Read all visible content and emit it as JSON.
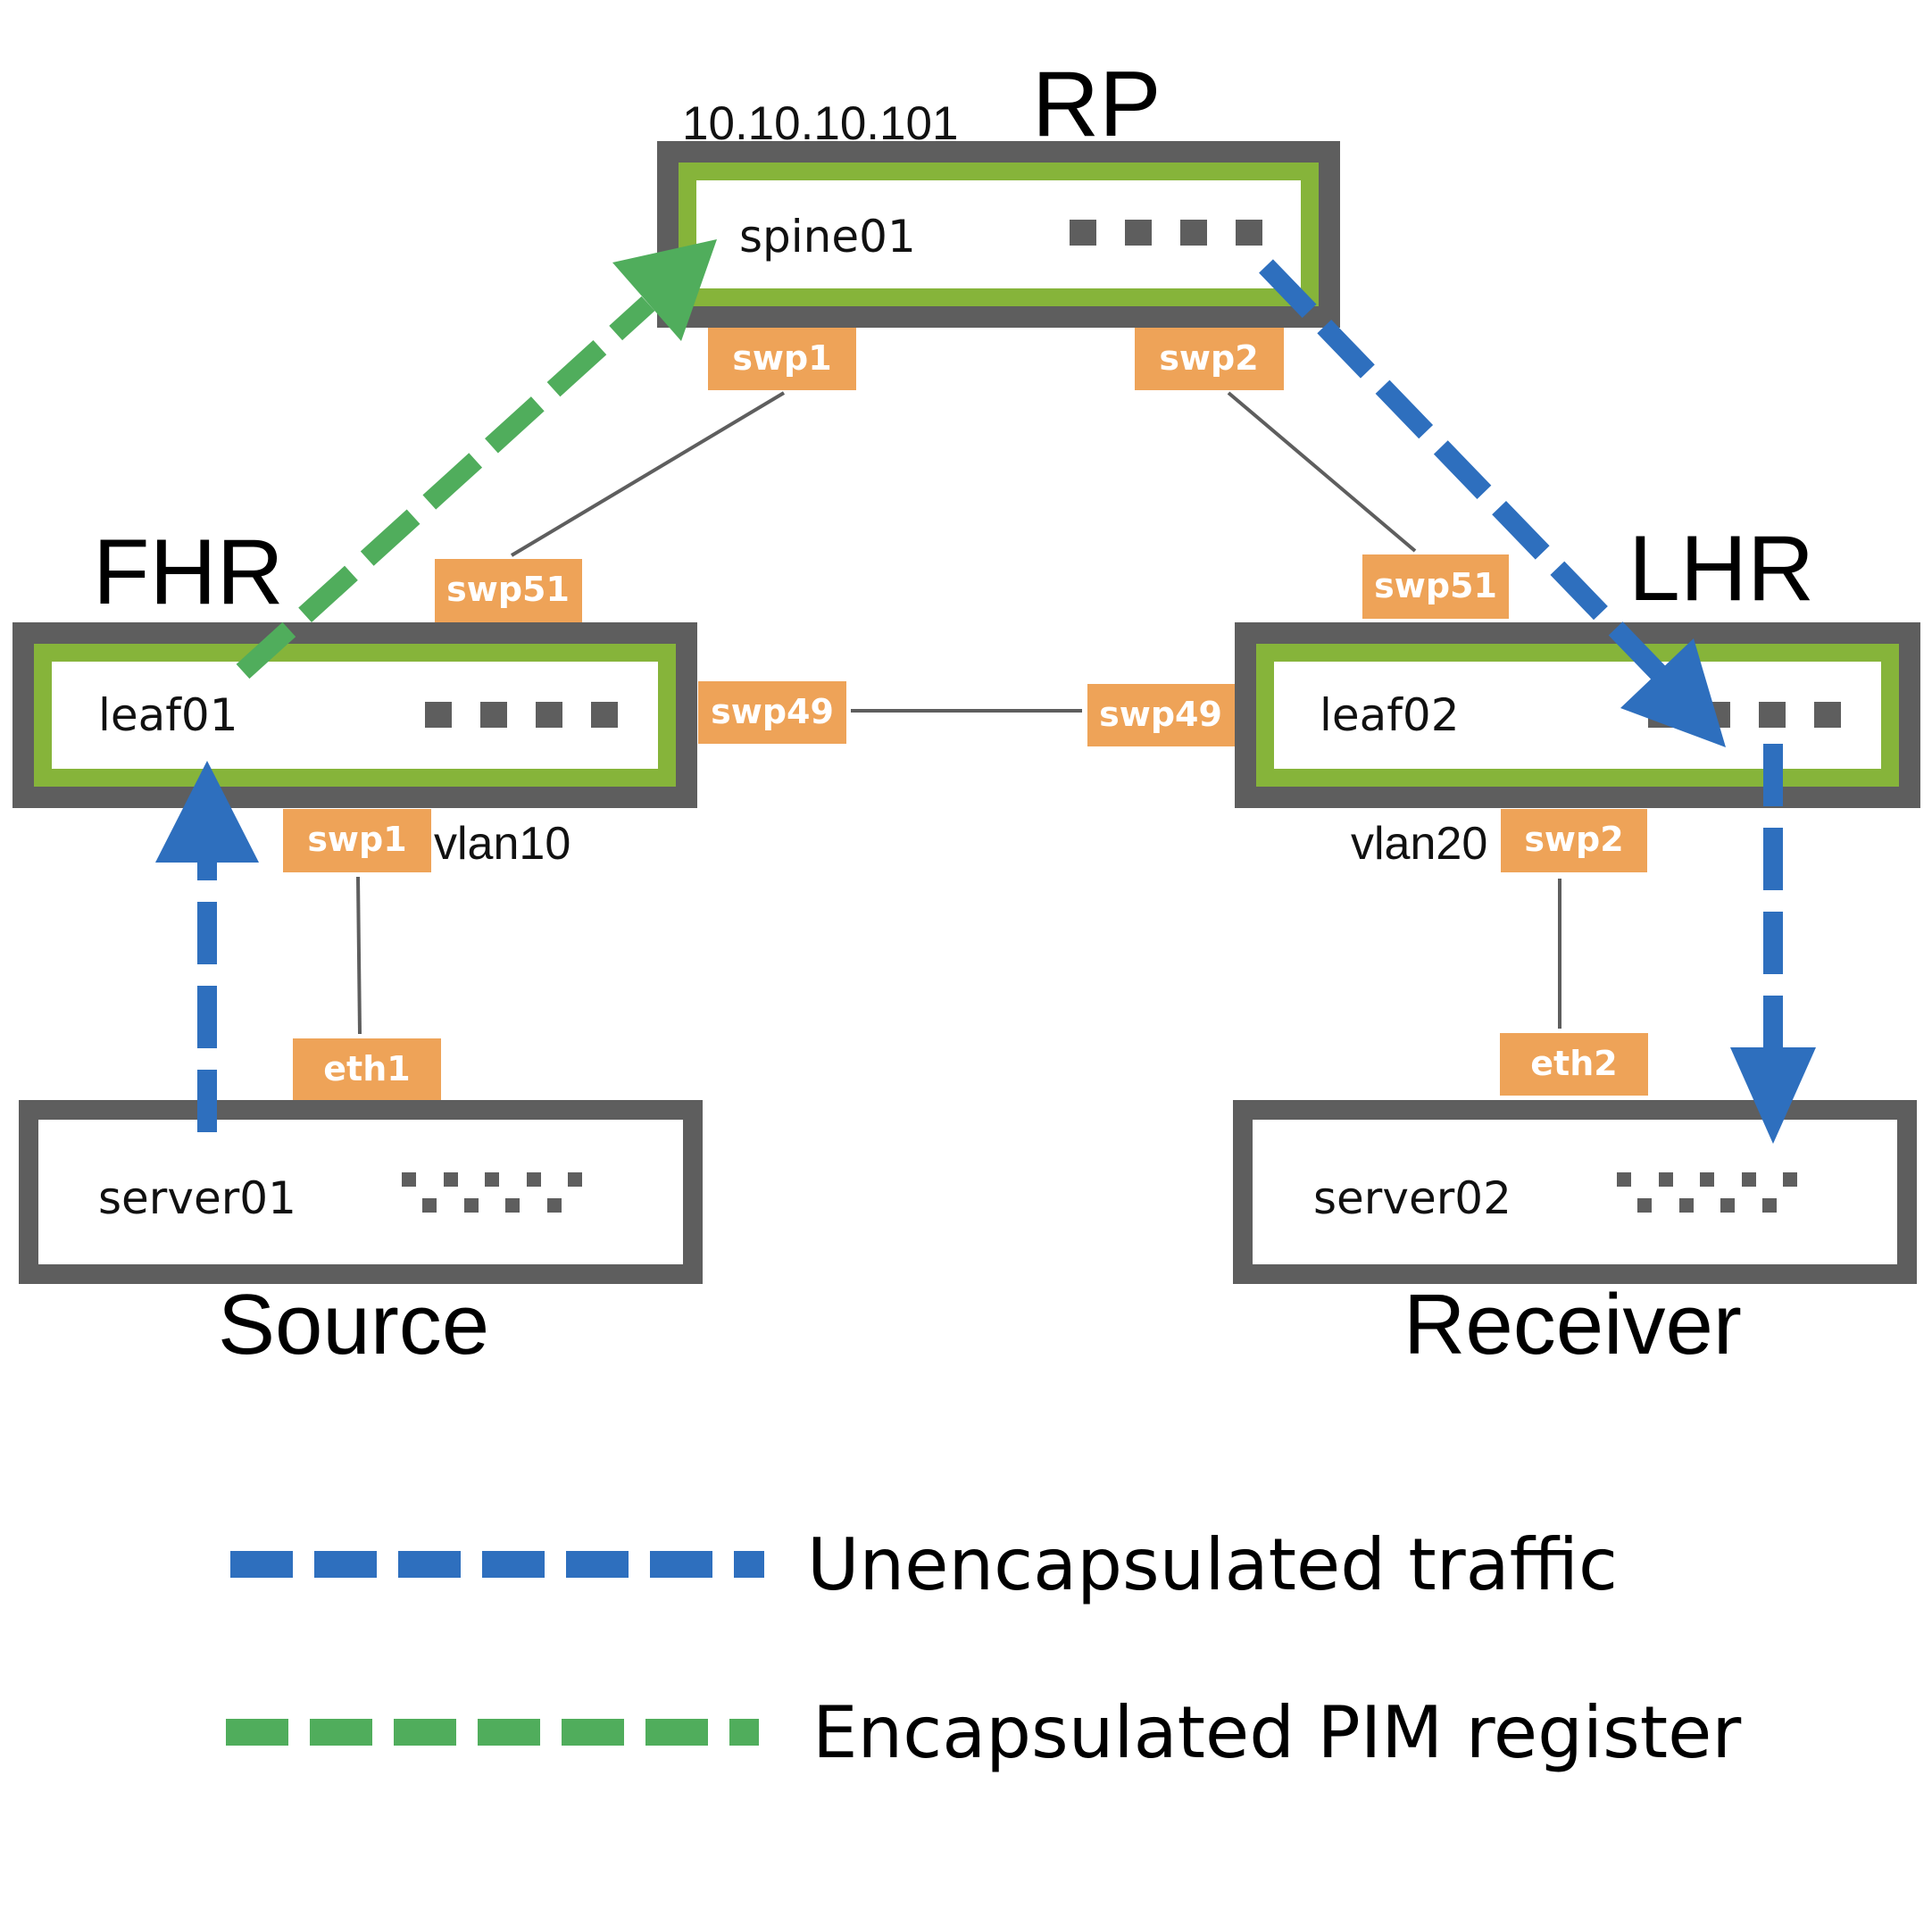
{
  "title_labels": {
    "rp": "RP",
    "rp_ip": "10.10.10.101",
    "fhr": "FHR",
    "lhr": "LHR",
    "source": "Source",
    "receiver": "Receiver"
  },
  "nodes": {
    "spine01": {
      "name": "spine01",
      "ports_shown": 4
    },
    "leaf01": {
      "name": "leaf01",
      "ports_shown": 4
    },
    "leaf02": {
      "name": "leaf02",
      "ports_shown": 4
    },
    "server01": {
      "name": "server01"
    },
    "server02": {
      "name": "server02"
    }
  },
  "ports": {
    "spine01_swp1": "swp1",
    "spine01_swp2": "swp2",
    "leaf01_swp51": "swp51",
    "leaf01_swp49": "swp49",
    "leaf01_swp1": "swp1",
    "leaf02_swp51": "swp51",
    "leaf02_swp49": "swp49",
    "leaf02_swp2": "swp2",
    "server01_eth1": "eth1",
    "server02_eth2": "eth2"
  },
  "vlans": {
    "leaf01": "vlan10",
    "leaf02": "vlan20"
  },
  "legend": [
    {
      "label": "Unencapsulated traffic",
      "color": "#2e6fbe"
    },
    {
      "label": "Encapsulated PIM register",
      "color": "#50ad5c"
    }
  ],
  "colors": {
    "device_border": "#5e5e5e",
    "router_accent": "#86b43a",
    "port_label_bg": "#eea358",
    "port_label_text": "#ffffff",
    "link": "#5e5e5e",
    "unencapsulated": "#2e6fbe",
    "encapsulated": "#50ad5c"
  }
}
